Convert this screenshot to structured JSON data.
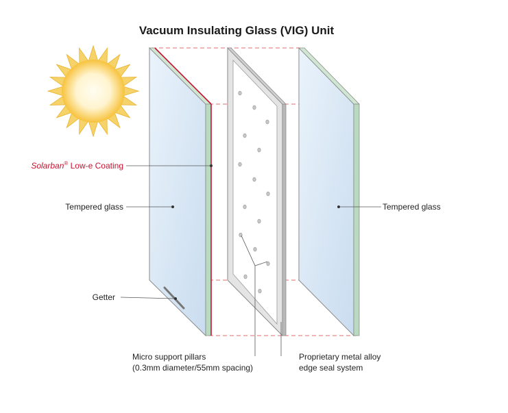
{
  "title": "Vacuum Insulating Glass (VIG) Unit",
  "labels": {
    "coating_brand": "Solarban",
    "coating_reg": "®",
    "coating_rest": " Low-e Coating",
    "tempered_left": "Tempered glass",
    "tempered_right": "Tempered glass",
    "getter": "Getter",
    "pillars_line1": "Micro support pillars",
    "pillars_line2": "(0.3mm diameter/55mm spacing)",
    "seal_line1": "Proprietary metal alloy",
    "seal_line2": "edge seal system"
  },
  "colors": {
    "glass_fill": "#d6e6f5",
    "glass_edge": "#b9d9c0",
    "coating": "#c8102e",
    "frame": "#e0e0e0",
    "sun_outer": "#f7c23c",
    "sun_inner": "#fffbe6",
    "dash": "#e36b6b"
  },
  "icons": {
    "sun": "sun-icon"
  }
}
